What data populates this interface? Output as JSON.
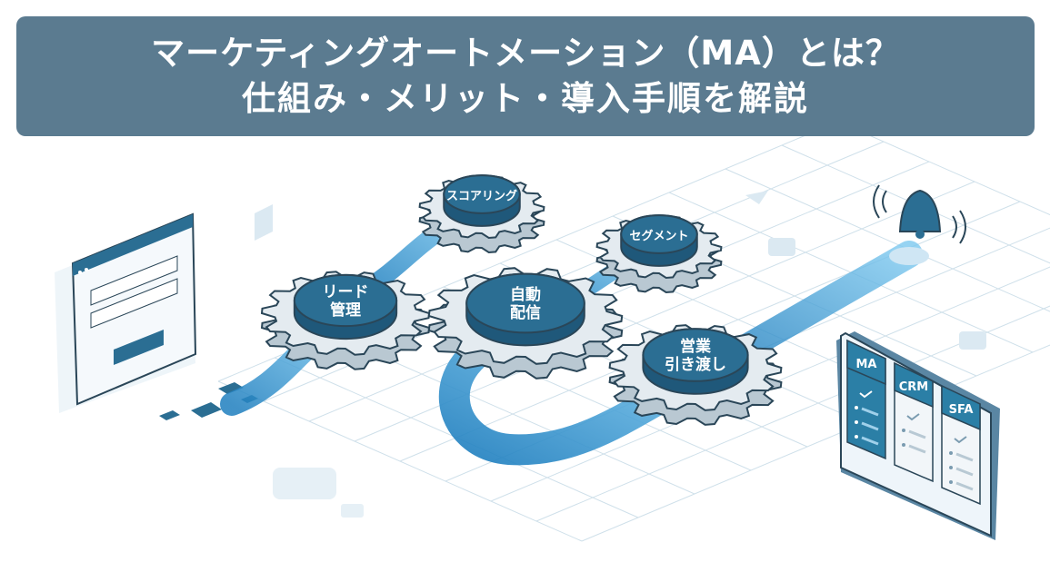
{
  "banner": {
    "title_line1": "マーケティングオートメーション（MA）とは？",
    "title_line2": "仕組み・メリット・導入手順を解説"
  },
  "gears": [
    {
      "id": "scoring",
      "label": [
        "スコアリング"
      ]
    },
    {
      "id": "segment",
      "label": [
        "セグメント"
      ]
    },
    {
      "id": "lead",
      "label": [
        "リード",
        "管理"
      ]
    },
    {
      "id": "auto",
      "label": [
        "自動",
        "配信"
      ]
    },
    {
      "id": "sales",
      "label": [
        "営業",
        "引き渡し"
      ]
    }
  ],
  "panel": {
    "columns": [
      "MA",
      "CRM",
      "SFA"
    ]
  },
  "colors": {
    "banner": "#5b7b90",
    "gear_top": "#2b6e93",
    "gear_body": "#e4ebf0",
    "outline": "#2a4658",
    "flow": "#3aa0d6"
  }
}
